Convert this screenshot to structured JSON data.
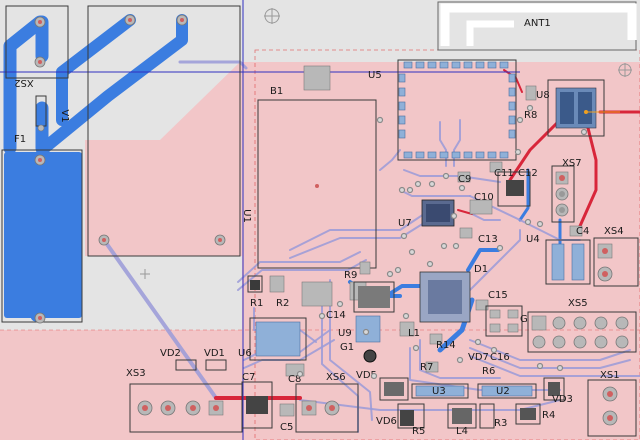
{
  "board": {
    "colors": {
      "background": "#e4e4e4",
      "copper_pour": "#f2c6c8",
      "top_trace": "#d8263a",
      "bottom_trace": "#3b7de0",
      "inner_trace": "#9a9ad8",
      "silkscreen": "#3a3a3a",
      "courtyard": "#e04040",
      "crosshair": "#3030c0",
      "antenna": "#ffffff"
    },
    "designators": {
      "ant1": "ANT1",
      "u5": "U5",
      "u8": "U8",
      "r8": "R8",
      "b1": "B1",
      "u1": "U1",
      "xs2": "XS2",
      "v1": "V1",
      "f1": "F1",
      "c9": "C9",
      "c11": "C11",
      "c12": "C12",
      "c10": "C10",
      "xs7": "XS7",
      "u7": "U7",
      "c13": "C13",
      "u4": "U4",
      "c4": "C4",
      "xs4": "XS4",
      "r9": "R9",
      "d1": "D1",
      "r1": "R1",
      "r2": "R2",
      "c14": "C14",
      "c15": "C15",
      "xs5": "XS5",
      "u9": "U9",
      "g1": "G1",
      "l1": "L1",
      "r14": "R14",
      "g": "G",
      "u6": "U6",
      "vd2": "VD2",
      "vd1": "VD1",
      "vd7": "VD7",
      "c16": "C16",
      "r7": "R7",
      "r6": "R6",
      "c8": "C8",
      "xs3": "XS3",
      "c7": "C7",
      "xs6": "XS6",
      "vd5": "VD5",
      "c5": "C5",
      "vd6": "VD6",
      "u3": "U3",
      "u2": "U2",
      "r5": "R5",
      "r3": "R3",
      "r4": "R4",
      "vd3": "VD3",
      "xs1": "XS1",
      "l4": "L4"
    }
  }
}
